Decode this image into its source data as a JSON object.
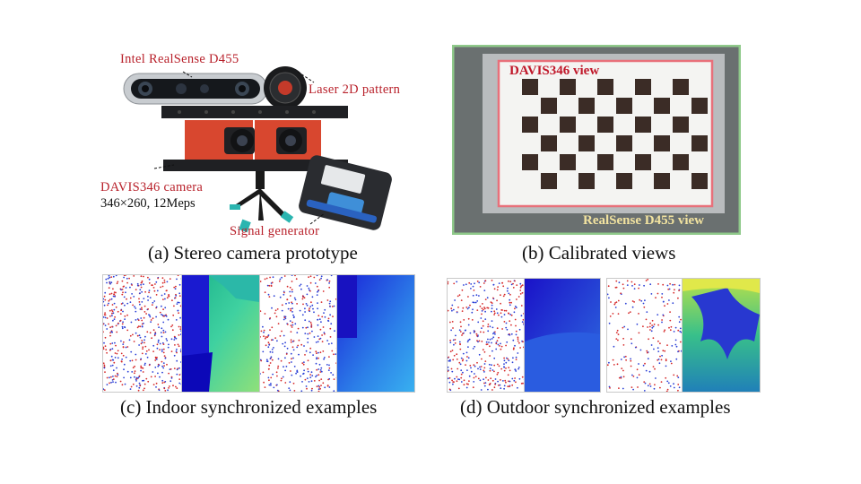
{
  "panel_a": {
    "caption": "(a) Stereo camera prototype",
    "labels": {
      "realsense": "Intel RealSense D455",
      "laser": "Laser 2D pattern",
      "davis": "DAVIS346 camera",
      "davis_spec": "346×260, 12Meps",
      "signal": "Signal generator"
    }
  },
  "panel_b": {
    "caption": "(b) Calibrated views",
    "davis_label": "DAVIS346 view",
    "realsense_label": "RealSense D455 view",
    "colors": {
      "davis_box": "#e8707a",
      "realsense_box": "#8fc98a",
      "davis_text": "#c0182a",
      "realsense_text": "#f2e3a0"
    }
  },
  "panel_c": {
    "caption": "(c) Indoor synchronized examples"
  },
  "panel_d": {
    "caption": "(d) Outdoor synchronized examples"
  }
}
